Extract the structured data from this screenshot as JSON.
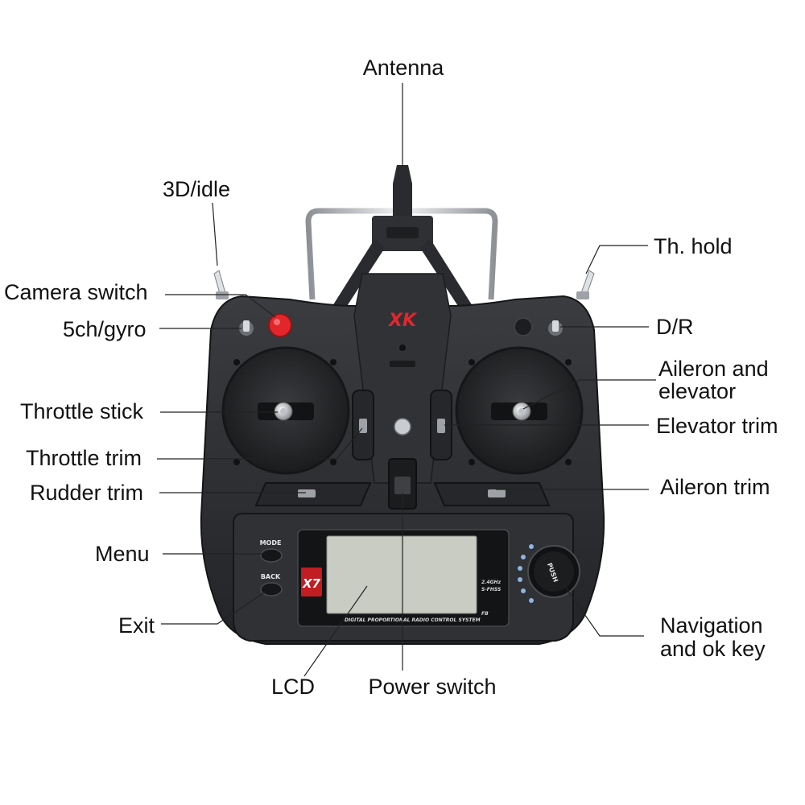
{
  "labels": {
    "antenna": "Antenna",
    "idle_3d": "3D/idle",
    "th_hold": "Th. hold",
    "camera_switch": "Camera switch",
    "ch5_gyro": "5ch/gyro",
    "dr": "D/R",
    "aileron_elevator_1": "Aileron and",
    "aileron_elevator_2": "elevator",
    "throttle_stick": "Throttle stick",
    "elevator_trim": "Elevator trim",
    "throttle_trim": "Throttle trim",
    "rudder_trim": "Rudder trim",
    "aileron_trim": "Aileron trim",
    "menu": "Menu",
    "exit": "Exit",
    "navigation_1": "Navigation",
    "navigation_2": "and ok key",
    "lcd": "LCD",
    "power_switch": "Power switch"
  },
  "device": {
    "mode_label": "MODE",
    "back_label": "BACK",
    "model_badge": "X7",
    "band_label": "2.4GHz",
    "fhss_label": "S-FHSS",
    "system_text": "DIGITAL PROPORTIONAL RADIO CONTROL SYSTEM",
    "push_label": "PUSH",
    "brand_mark": "XK",
    "footer_brand": "FB"
  },
  "colors": {
    "body": "#2b2d30",
    "body_dark": "#1c1d1f",
    "lcd": "#c9ccc2",
    "accent_red": "#e3262b",
    "led_blue": "#8fb4e0",
    "chrome": "#bfc3c7"
  }
}
